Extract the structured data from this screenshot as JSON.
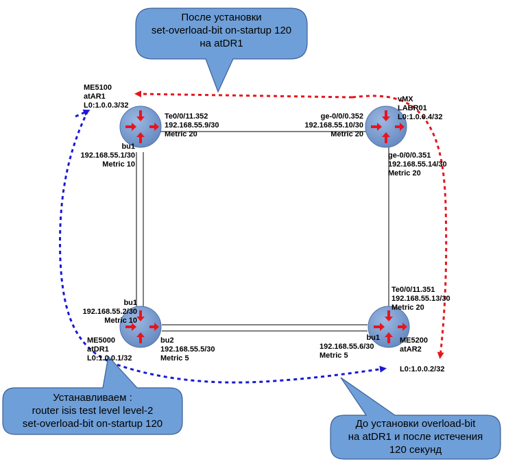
{
  "callouts": {
    "top": [
      "После установки",
      "set-overload-bit on-startup 120",
      "на atDR1"
    ],
    "left": [
      "Устанавливаем :",
      "router isis test level level-2",
      "set-overload-bit on-startup 120"
    ],
    "right": [
      "До установки overload-bit",
      "на atDR1 и после истечения",
      "120 секунд"
    ]
  },
  "routers": {
    "atAR1": [
      "ME5100",
      "atAR1",
      "L0:1.0.0.3/32"
    ],
    "labr01": [
      "vMX",
      "LABR01",
      "L0:1.0.0.4/32"
    ],
    "atDR1": [
      "ME5000",
      "atDR1",
      "L0:1.0.0.1/32"
    ],
    "atAR2": [
      "ME5200",
      "atAR2"
    ],
    "atAR2_loopback": "L0:1.0.0.2/32"
  },
  "interfaces": {
    "ar1_te": [
      "Te0/0/11.352",
      "192.168.55.9/30",
      "Metric 20"
    ],
    "labr_ge352": [
      "ge-0/0/0.352",
      "192.168.55.10/30",
      "Metric 20"
    ],
    "ar1_bu1": [
      "bu1",
      "192.168.55.1/30",
      "Metric 10"
    ],
    "labr_ge351": [
      "ge-0/0/0.351",
      "192.168.55.14/30",
      "Metric 20"
    ],
    "ar2_te": [
      "Te0/0/11.351",
      "192.168.55.13/30",
      "Metric 20"
    ],
    "dr1_bu1": [
      "bu1",
      "192.168.55.2/30",
      "Metric 10"
    ],
    "dr1_bu2": [
      "bu2",
      "192.168.55.5/30",
      "Metric 5"
    ],
    "ar2_bu1": [
      "bu1",
      "192.168.55.6/30",
      "Metric 5"
    ]
  },
  "colors": {
    "callout_fill": "#6f9fd8",
    "callout_stroke": "#3a5f95",
    "router_fill": "#7a9ed0",
    "arrow_red": "#e8141c",
    "path_red": "#e8141c",
    "path_blue": "#1818d8"
  },
  "icons": {
    "router": "router-icon",
    "path": "dashed-arrow"
  }
}
